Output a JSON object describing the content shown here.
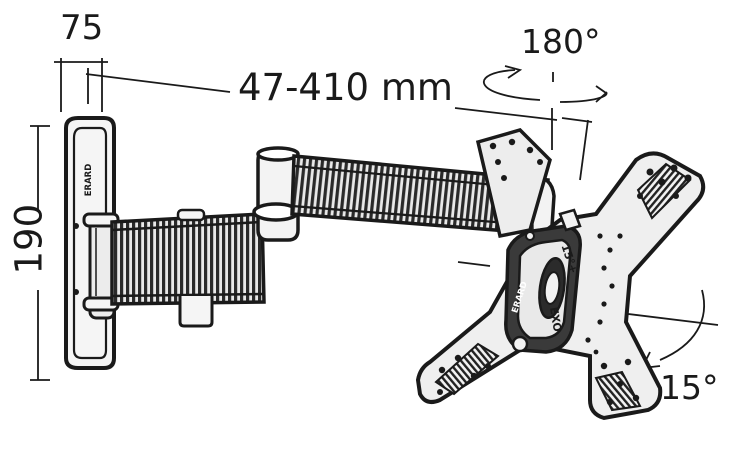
{
  "labels": {
    "width_dim": "75",
    "height_dim": "190",
    "arm_extension": "47-410 mm",
    "swivel_angle": "180°",
    "tilt_angle": "15°"
  },
  "brand_marks": {
    "wall_plate": "ERARD",
    "hub_top": "15°+",
    "hub_side": "ERARD",
    "hub_bottom": "EXO"
  },
  "colors": {
    "ink": "#1a1a1a",
    "fill_light": "#f4f4f4",
    "fill_mid": "#cfcfcf",
    "fill_dark": "#555555"
  }
}
